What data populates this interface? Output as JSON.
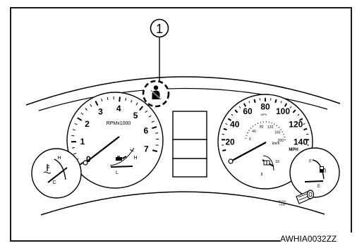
{
  "callout": {
    "number": "1"
  },
  "tachometer": {
    "unit_label": "RPMx1000",
    "numbers": [
      "0",
      "1",
      "2",
      "3",
      "4",
      "5",
      "6",
      "7"
    ],
    "fuel_marks": {
      "low": "L",
      "high": "H"
    }
  },
  "temp_gauge": {
    "high": "H",
    "low": "C"
  },
  "speedometer": {
    "mph_numbers": [
      "20",
      "40",
      "60",
      "80",
      "100",
      "120",
      "140"
    ],
    "mph_unit": "MPH",
    "mph_unit_small": "MPH",
    "kmh_numbers": [
      "0",
      "40",
      "80",
      "120",
      "160",
      "200"
    ],
    "kmh_unit": "km/h",
    "sub_gauge": {
      "low": "8",
      "high": "18"
    }
  },
  "fuel_gauge": {
    "full": "F",
    "empty": "E"
  },
  "trip_button": {
    "line1": "PUSH",
    "line2": "TRIP"
  },
  "figure_code": "AWHIA0032ZZ"
}
